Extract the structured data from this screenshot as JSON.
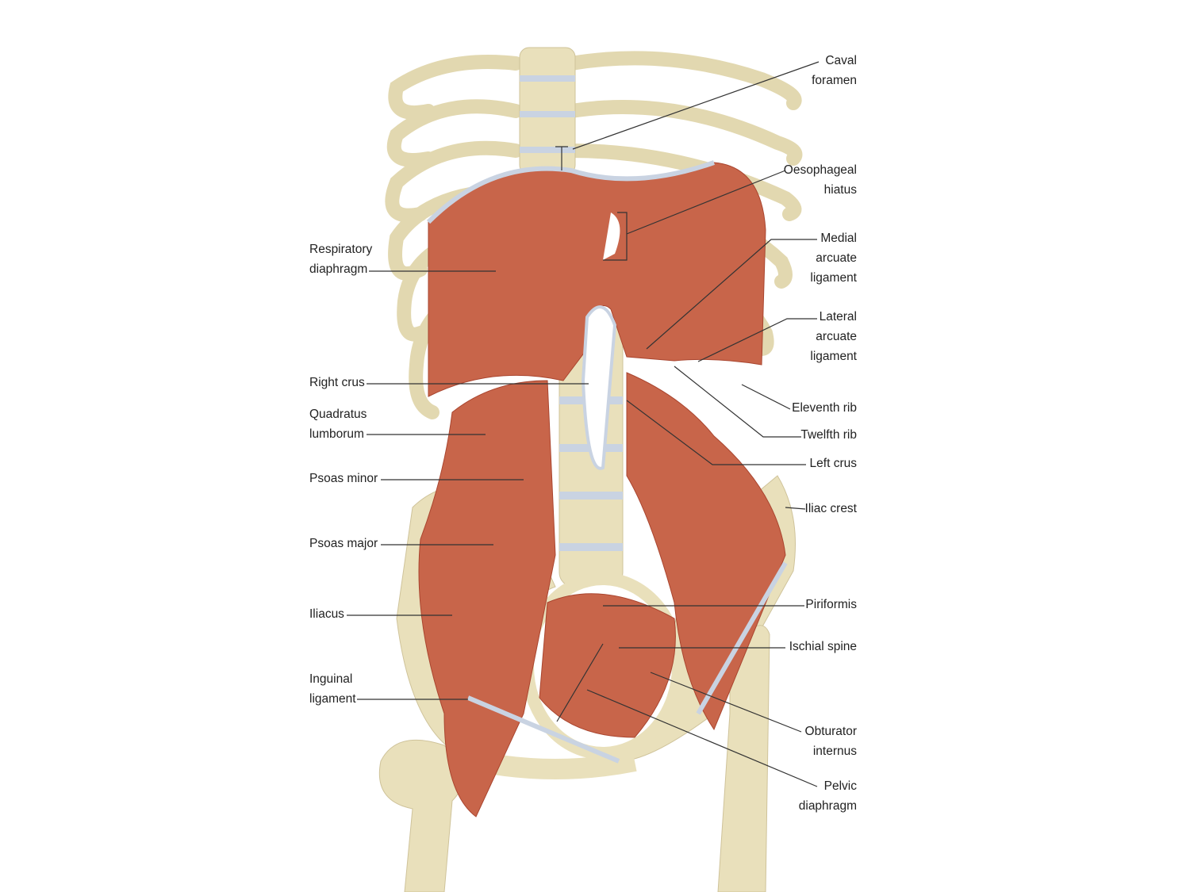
{
  "colors": {
    "bone": "#e9e0bb",
    "bone_shadow": "#cfc39a",
    "muscle": "#c8654a",
    "muscle_dark": "#a9452f",
    "tendon": "#c9d3e2",
    "leader": "#333333"
  },
  "labels_left": [
    {
      "id": "respiratory-diaphragm",
      "text": "Respiratory\ndiaphragm"
    },
    {
      "id": "right-crus",
      "text": "Right crus"
    },
    {
      "id": "quadratus-lumborum",
      "text": "Quadratus\nlumborum"
    },
    {
      "id": "psoas-minor",
      "text": "Psoas minor"
    },
    {
      "id": "psoas-major",
      "text": "Psoas major"
    },
    {
      "id": "iliacus",
      "text": "Iliacus"
    },
    {
      "id": "inguinal-ligament",
      "text": "Inguinal\nligament"
    }
  ],
  "labels_right": [
    {
      "id": "caval-foramen",
      "text": "Caval\nforamen"
    },
    {
      "id": "oesophageal-hiatus",
      "text": "Oesophageal\nhiatus"
    },
    {
      "id": "medial-arcuate-ligament",
      "text": "Medial\narcuate\nligament"
    },
    {
      "id": "lateral-arcuate-ligament",
      "text": "Lateral\narcuate\nligament"
    },
    {
      "id": "eleventh-rib",
      "text": "Eleventh rib"
    },
    {
      "id": "twelfth-rib",
      "text": "Twelfth rib"
    },
    {
      "id": "left-crus",
      "text": "Left crus"
    },
    {
      "id": "iliac-crest",
      "text": "Iliac crest"
    },
    {
      "id": "piriformis",
      "text": "Piriformis"
    },
    {
      "id": "ischial-spine",
      "text": "Ischial spine"
    },
    {
      "id": "obturator-internus",
      "text": "Obturator\ninternus"
    },
    {
      "id": "pelvic-diaphragm",
      "text": "Pelvic\ndiaphragm"
    }
  ]
}
